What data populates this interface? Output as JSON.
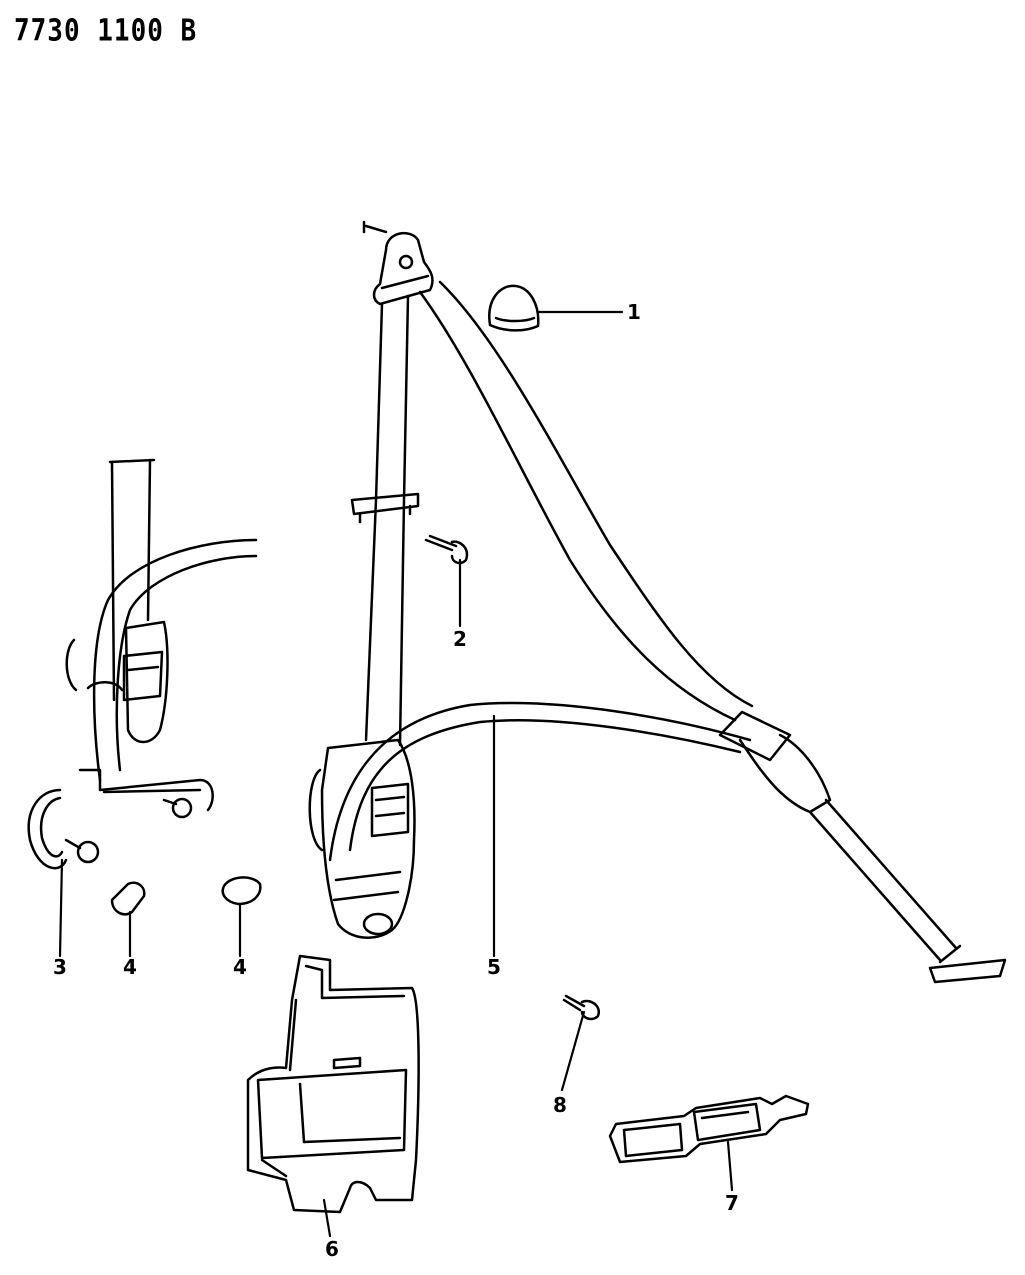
{
  "header": {
    "doc_number": "7730 1100 B"
  },
  "callouts": [
    {
      "id": "callout-1",
      "label": "1"
    },
    {
      "id": "callout-2",
      "label": "2"
    },
    {
      "id": "callout-3",
      "label": "3"
    },
    {
      "id": "callout-4a",
      "label": "4"
    },
    {
      "id": "callout-4b",
      "label": "4"
    },
    {
      "id": "callout-5",
      "label": "5"
    },
    {
      "id": "callout-6",
      "label": "6"
    },
    {
      "id": "callout-7",
      "label": "7"
    },
    {
      "id": "callout-8",
      "label": "8"
    }
  ],
  "colors": {
    "ink": "#000000",
    "paper": "#ffffff"
  }
}
